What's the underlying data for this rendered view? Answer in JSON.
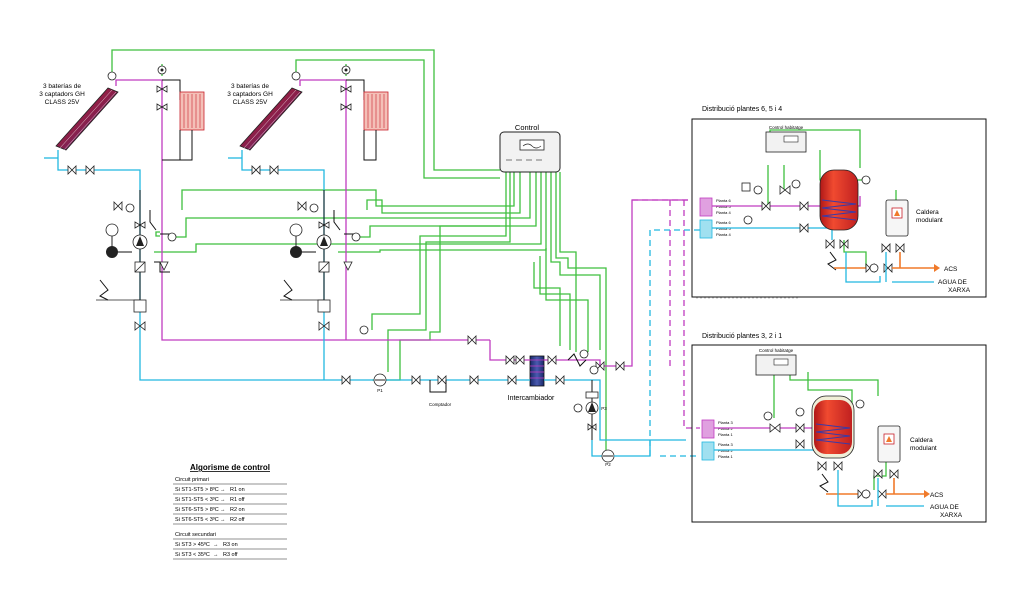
{
  "collectors": {
    "left_label": [
      "3 baterías de",
      "3 captadors GH",
      "CLASS 25V"
    ],
    "right_label": [
      "3 baterías de",
      "3 captadors GH",
      "CLASS 25V"
    ]
  },
  "control": {
    "label": "Control"
  },
  "exchanger": {
    "label": "Intercambiador"
  },
  "floors_upper": {
    "title": "Distribució plantes 6, 5 i 4",
    "control_label": "Control habitatge",
    "boiler_label": [
      "Caldera",
      "modulant"
    ],
    "acs_label": "ACS",
    "water_label": [
      "AGUA DE",
      "XARXA"
    ]
  },
  "floors_lower": {
    "title": "Distribució plantes 3, 2 i 1",
    "control_label": "Control habitatge",
    "boiler_label": [
      "Caldera",
      "modulant"
    ],
    "acs_label": "ACS",
    "water_label": [
      "AGUA DE",
      "XARXA"
    ]
  },
  "small_labels": {
    "counter": "Comptador",
    "pump_p1": "P1",
    "pump_p2": "P2",
    "pump_p3": "P3"
  },
  "algorithm": {
    "title": "Algorisme de control",
    "primary_heading": "Circuit primari",
    "primary_rules": [
      {
        "condition": "Si ST1-ST5 > 8ºC",
        "action": "R1 on"
      },
      {
        "condition": "Si ST1-ST5 < 3ºC",
        "action": "R1 off"
      },
      {
        "condition": "Si ST6-ST5 > 8ºC",
        "action": "R2 on"
      },
      {
        "condition": "Si ST6-ST5 < 3ºC",
        "action": "R2 off"
      }
    ],
    "secondary_heading": "Circuit secundari",
    "secondary_rules": [
      {
        "condition": "Si ST3 > 45ºC",
        "action": "R3 on"
      },
      {
        "condition": "Si ST3 < 35ºC",
        "action": "R3 off"
      }
    ],
    "arrow": "→"
  },
  "colors": {
    "green": "#3fbf3f",
    "magenta": "#c03cc0",
    "cyan": "#22b8e0",
    "orange": "#f07a2a",
    "tank_red": "#e0302a",
    "collector_red": "#c8202a",
    "collector_blue": "#3a3aa8"
  }
}
